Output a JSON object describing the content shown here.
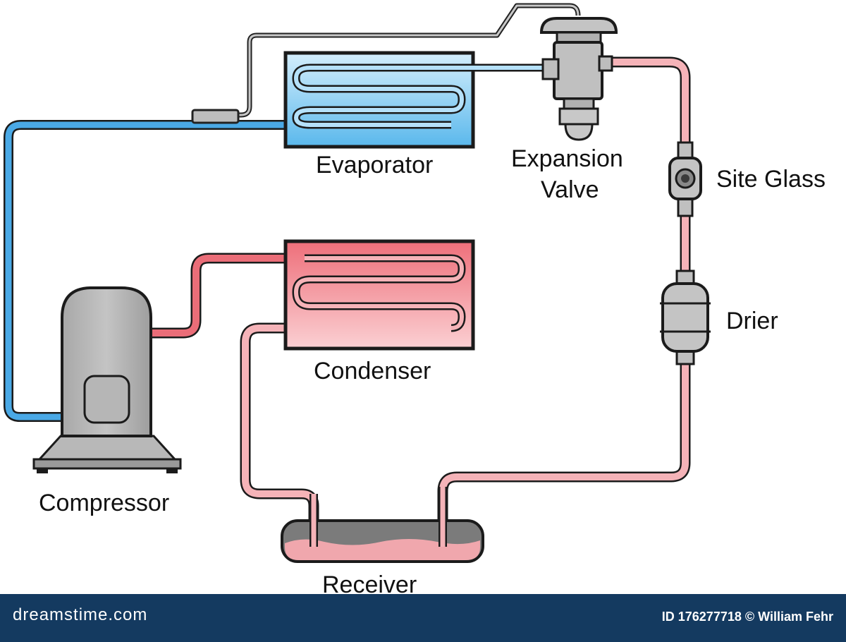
{
  "labels": {
    "evaporator": "Evaporator",
    "expansion_valve_line1": "Expansion",
    "expansion_valve_line2": "Valve",
    "site_glass": "Site Glass",
    "drier": "Drier",
    "condenser": "Condenser",
    "compressor": "Compressor",
    "receiver": "Receiver"
  },
  "footer": {
    "brand": "dreamstime.com",
    "credit": "ID 176277718 © William Fehr"
  },
  "colors": {
    "cold_line": "#4aa9e6",
    "cold_fill": "#b5e1fa",
    "hot_line": "#ea6d78",
    "hot_fill": "#f07c84",
    "warm_line": "#f5b3b8",
    "component_gray": "#b4b4b4",
    "footer_bg": "#143a60"
  }
}
